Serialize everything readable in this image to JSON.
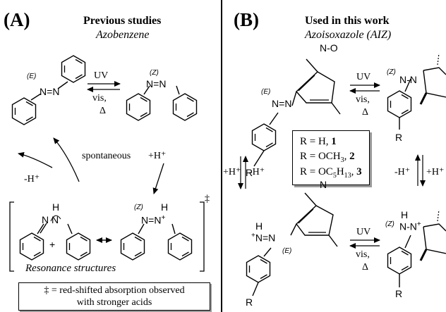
{
  "panel_a": {
    "letter": "(A)",
    "title": "Previous studies",
    "subtitle": "Azobenzene",
    "e_label": "(E)",
    "z_label": "(Z)",
    "uv": "UV",
    "vis": "vis,",
    "delta": "Δ",
    "spontaneous": "spontaneous",
    "plus_h": "+H⁺",
    "minus_h": "-H⁺",
    "resonance": "Resonance structures",
    "dagger": "‡",
    "note_line1": "‡ = red-shifted absorption observed",
    "note_line2": "with stronger acids"
  },
  "panel_b": {
    "letter": "(B)",
    "title": "Used in this work",
    "subtitle": "Azoisoxazole (AIZ)",
    "e_label": "(E)",
    "z_label": "(Z)",
    "uv": "UV",
    "vis": "vis,",
    "delta": "Δ",
    "plus_h": "+H⁺",
    "minus_h": "-H⁺",
    "r_group": "R"
  },
  "atoms": {
    "N": "N",
    "O": "O",
    "H": "H",
    "plus": "+"
  },
  "colors": {
    "ink": "#000000",
    "shadow": "#9a9a9a",
    "background": "#ffffff"
  }
}
